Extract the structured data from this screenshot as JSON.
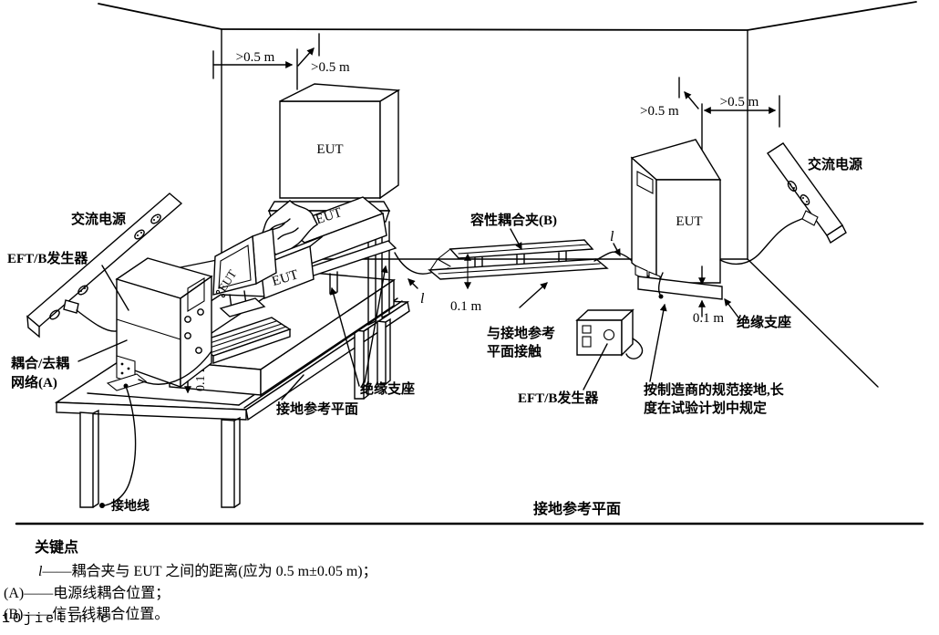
{
  "labels": {
    "eut": "EUT",
    "l": "l",
    "gt05": ">0.5 m",
    "m01": "0.1 m",
    "ac": "交流电源",
    "eftb": "EFT/B发生器",
    "cdn1": "耦合/去耦",
    "cdn2": "网络(A)",
    "ground_wire": "接地线",
    "grp": "接地参考平面",
    "ins": "绝缘支座",
    "clamp": "容性耦合夹(B)",
    "contact1": "与接地参考",
    "contact2": "平面接触",
    "mfg1": "按制造商的规范接地,长",
    "mfg2": "度在试验计划中规定"
  },
  "key_points": {
    "title": "关键点",
    "l_sym": "l",
    "l_rest": "——耦合夹与 EUT 之间的距离(应为 0.5 m±0.05 m)；",
    "a": "(A)——电源线耦合位置；",
    "b": "(B)——信号线耦合位置。"
  },
  "watermark": "10jielin.c"
}
